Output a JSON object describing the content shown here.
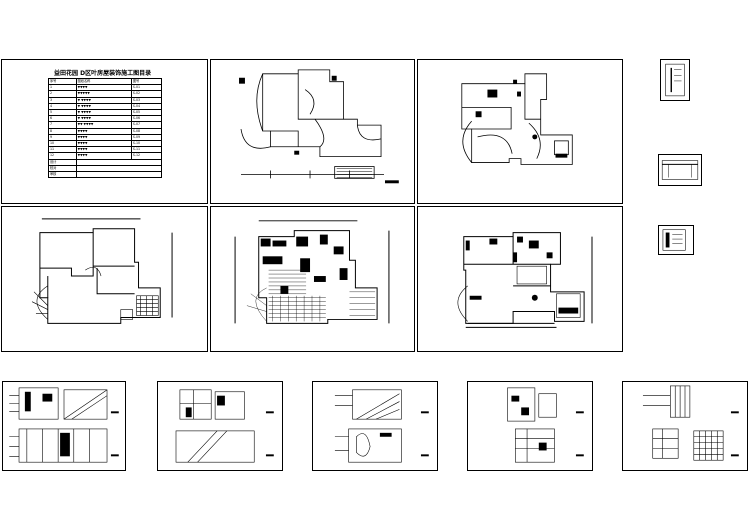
{
  "index_sheet": {
    "title": "益田花园 D区叶房屋装饰施工图目录",
    "headers": [
      "序号",
      "图纸名称",
      "图号"
    ],
    "rows": [
      [
        "1",
        "▼▼▼▼",
        "S-01"
      ],
      [
        "2",
        "▼▼▼▼▼",
        "S-02"
      ],
      [
        "3",
        "▼ ▼▼▼▼",
        "S-03"
      ],
      [
        "4",
        "▼ ▼▼▼▼",
        "S-04"
      ],
      [
        "5",
        "▼ ▼▼▼▼",
        "S-05"
      ],
      [
        "6",
        "▼ ▼▼▼▼",
        "S-06"
      ],
      [
        "7",
        "▼▼ ▼▼▼▼",
        "S-07"
      ],
      [
        "8",
        "▼▼▼▼",
        "S-08"
      ],
      [
        "9",
        "▼▼▼▼",
        "S-09"
      ],
      [
        "10",
        "▼▼▼▼",
        "S-10"
      ],
      [
        "11",
        "▼▼▼▼",
        "S-11"
      ],
      [
        "12",
        "▼▼▼▼",
        "S-12"
      ]
    ],
    "footer": [
      "设计",
      "校对",
      "审核"
    ]
  },
  "colors": {
    "line": "#000000",
    "background": "#ffffff"
  }
}
